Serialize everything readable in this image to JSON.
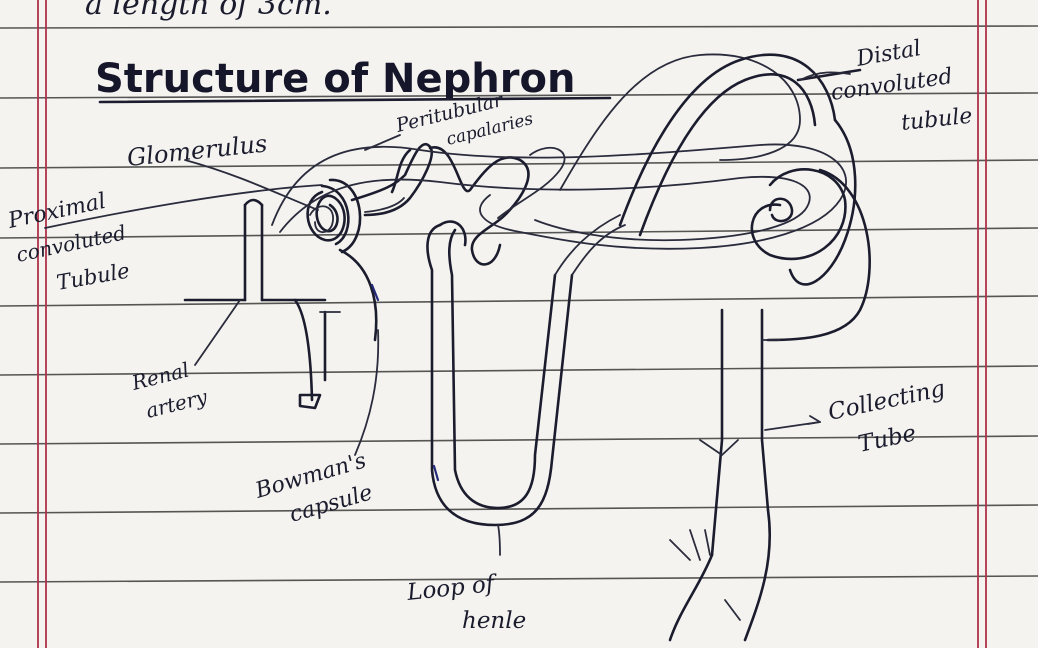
{
  "top_fragment": "a length of 3cm.",
  "title": "Structure of Nephron",
  "labels": {
    "glomerulus": "Glomerulus",
    "peritubular_1": "Peritubular",
    "peritubular_2": "capalaries",
    "proximal_1": "Proximal",
    "proximal_2": "convoluted",
    "proximal_3": "Tubule",
    "distal_1": "Distal",
    "distal_2": "convoluted",
    "distal_3": "tubule",
    "renal_1": "Renal",
    "renal_2": "artery",
    "bowman_1": "Bowman's",
    "bowman_2": "capsule",
    "loop_1": "Loop of",
    "loop_2": "henle",
    "collecting_1": "Collecting",
    "collecting_2": "Tube"
  },
  "colors": {
    "paper": "#f4f3ef",
    "ink": "#1b1c2e",
    "rule": "#3a3a3a",
    "margin": "#b0324a"
  }
}
